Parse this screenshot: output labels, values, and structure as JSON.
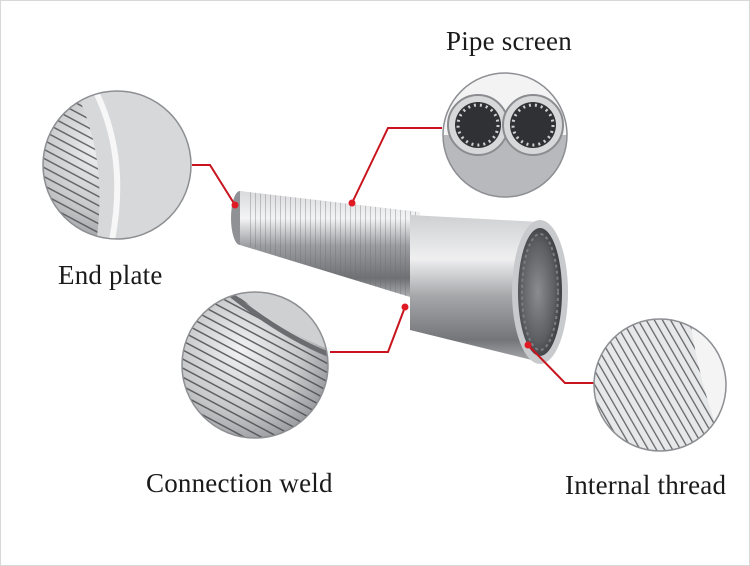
{
  "labels": {
    "pipe_screen": "Pipe screen",
    "end_plate": "End plate",
    "connection_weld": "Connection weld",
    "internal_thread": "Internal thread"
  },
  "colors": {
    "leader_line": "#c8141e",
    "marker_dot": "#e01a24",
    "steel_light": "#e2e3e5",
    "steel_mid": "#a7a9ad",
    "steel_dark": "#55575b",
    "background": "#ffffff"
  }
}
